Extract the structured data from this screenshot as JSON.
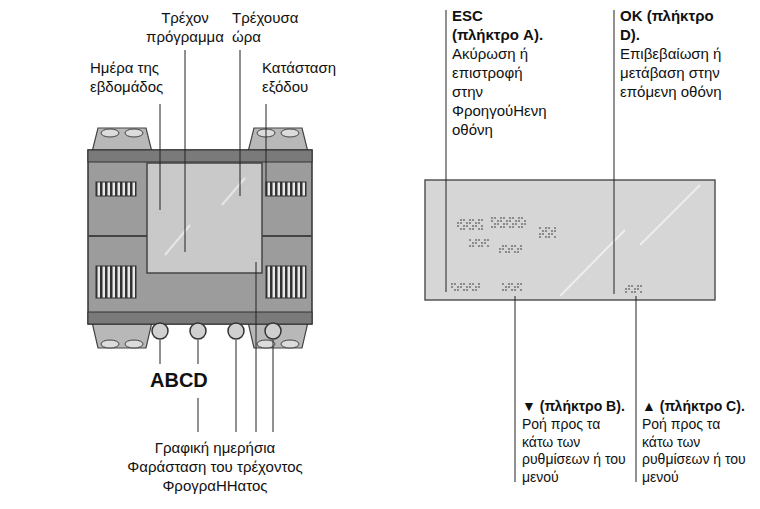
{
  "diagram": {
    "labels": [
      "Τρέχον πρόγραμμα",
      "Τρέχουσα ώρα",
      "Ημέρα της εβδομάδος",
      "Κατάσταση εξόδου",
      "ABCD",
      "Γραφική ημερήσια Φαράσταση του τρέχοντος ΦρογραΗΗατος",
      "ESC (πλήκτρο A).",
      "Ακύρωση ή επιστροφή στην ΦροηγούΗενη οθόνη",
      "OK (πλήκτρο D).",
      "Επιβεβαίωση ή μετάβαση στην επόμενη οθόνη",
      "▼ (πλήκτρο B).",
      "Ροή προς τα κάτω των ρυθμίσεων ή του μενού",
      "▲ (πλήκτρο C).",
      "Ροή προς τα κάτω των ρυθμίσεων ή του μενού"
    ]
  }
}
